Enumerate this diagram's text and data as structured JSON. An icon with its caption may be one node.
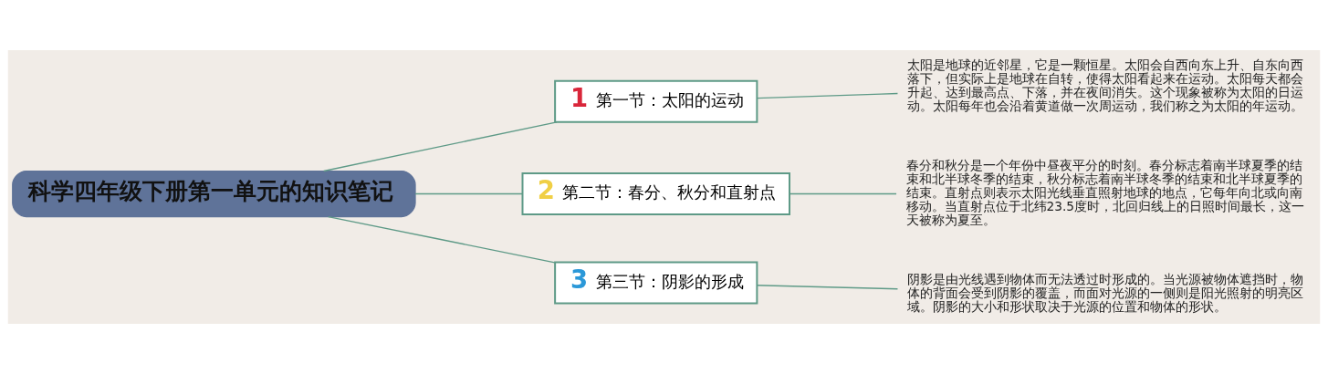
{
  "diagram": {
    "nodes": [
      {
        "text": [
          "科学四年级下册第一单元的知识笔记"
        ]
      },
      {
        "text": [
          "1",
          "第一节：太阳的运动"
        ]
      },
      {
        "text": [
          "太阳是地球的近邻星，它是一颗恒星。太阳会自西向东上升、自东向西落下，但实际上是地球在自转，使得太阳看起来在运动。太阳每天都会升起、达到最高点、下落，并在夜间消失。这个现象被称为太阳的日运动。太阳每年也会沿着黄道做一次周运动，我们称之为太阳的年运动。"
        ]
      },
      {
        "text": [
          "2",
          "第二节：春分、秋分和直射点"
        ]
      },
      {
        "text": [
          "春分和秋分是一个年份中昼夜平分的时刻。春分标志着南半球夏季的结束和北半球冬季的结束，秋分标志着南半球冬季的结束和北半球夏季的结束。直射点则表示太阳光线垂直照射地球的地点，它每年向北或向南移动。当直射点位于北纬23.5度时，北回归线上的日照时间最长，这一天被称为夏至。"
        ]
      },
      {
        "text": [
          "3",
          "第三节：阴影的形成"
        ]
      },
      {
        "text": [
          "阴影是由光线遇到物体而无法透过时形成的。当光源被物体遮挡时，物体的背面会受到阴影的覆盖，而面对光源的一侧则是阳光照射的明亮区域。阴影的大小和形状取决于光源的位置和物体的形状。"
        ]
      }
    ],
    "edges": [
      {
        "from": 0,
        "to": 1,
        "arrow": "none"
      },
      {
        "from": 0,
        "to": 3,
        "arrow": "none"
      },
      {
        "from": 0,
        "to": 5,
        "arrow": "none"
      },
      {
        "from": 1,
        "to": 2,
        "arrow": "none"
      },
      {
        "from": 3,
        "to": 4,
        "arrow": "none"
      },
      {
        "from": 5,
        "to": 6,
        "arrow": "none"
      }
    ]
  }
}
